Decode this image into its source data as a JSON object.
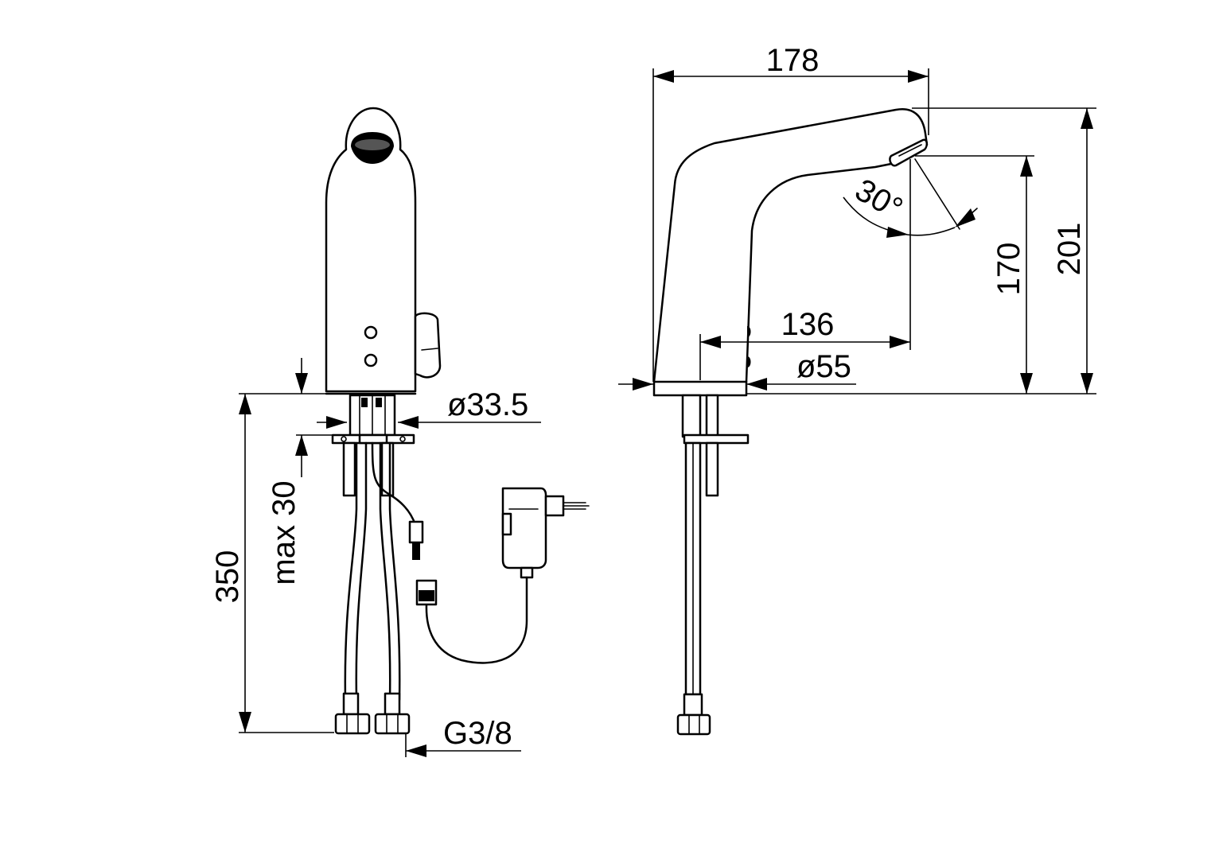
{
  "dimensions": {
    "width_top": "178",
    "height_total": "201",
    "height_spout": "170",
    "reach": "136",
    "body_diameter": "ø55",
    "hole_diameter": "ø33.5",
    "deck_thickness": "max 30",
    "hose_length": "350",
    "connection_thread": "G3/8",
    "sensor_angle": "30°"
  }
}
